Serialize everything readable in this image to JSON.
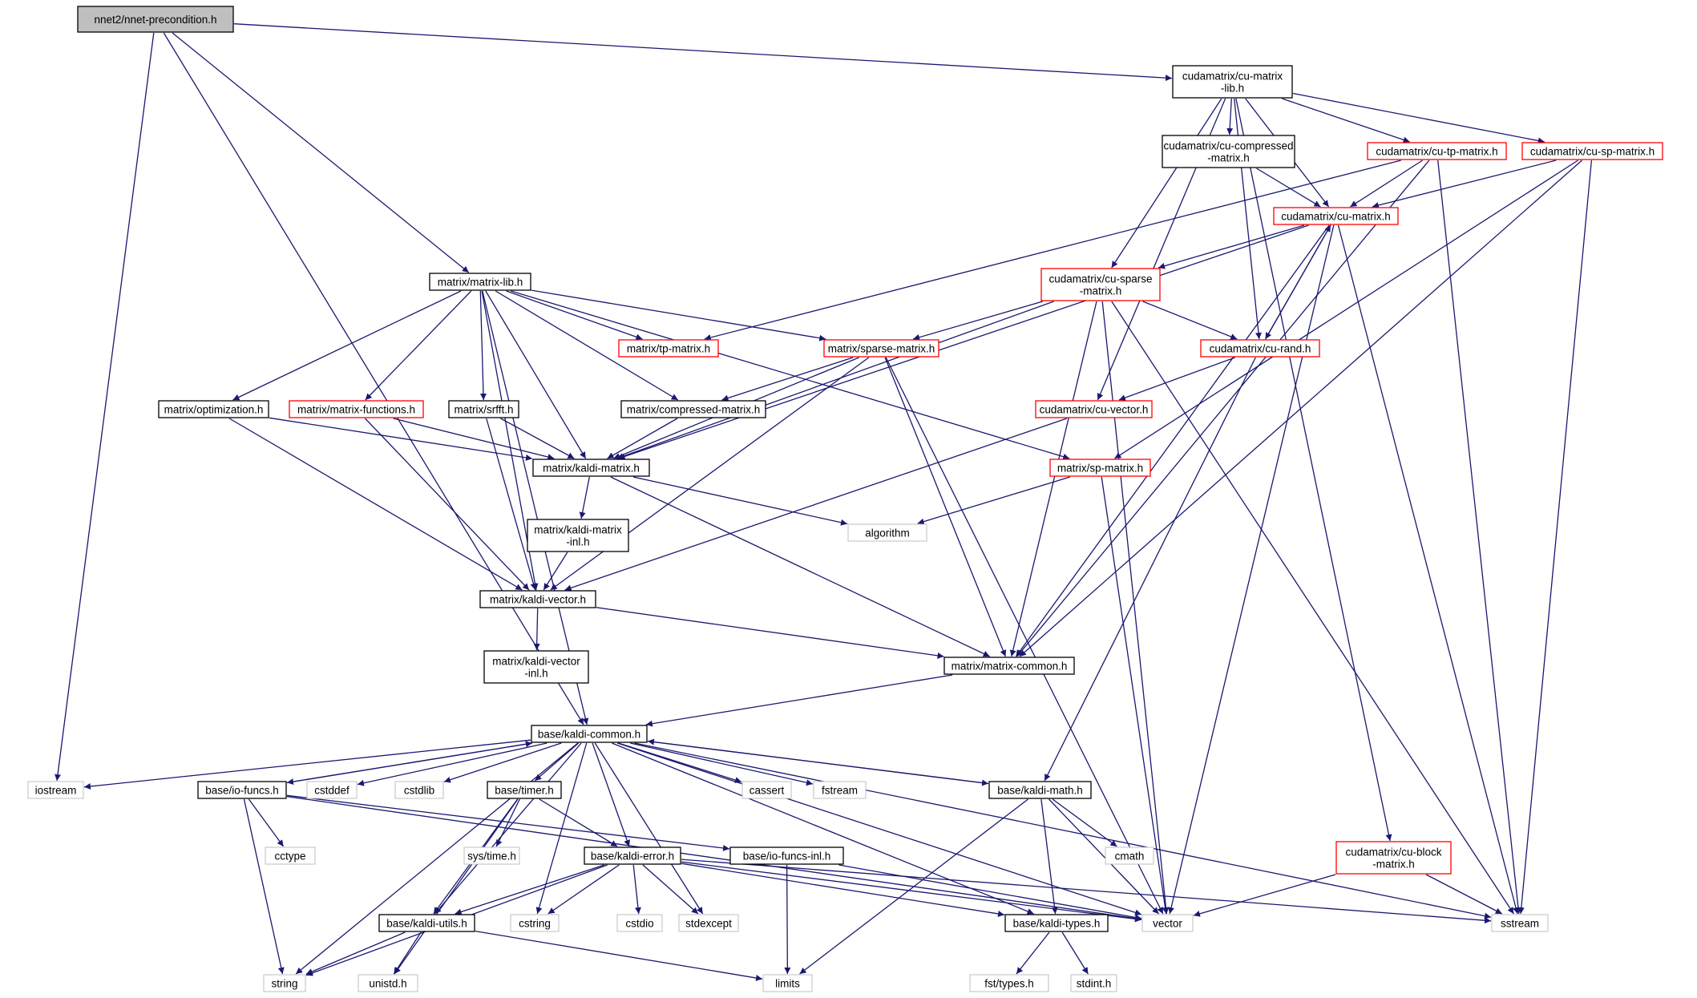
{
  "colors": {
    "edge": "#191970",
    "border_normal": "#000000",
    "border_red": "#ff0000",
    "border_ext": "#bfbfbf",
    "root_fill": "#bfbfbf",
    "text": "#000000"
  },
  "nodes": {
    "root": {
      "lines": [
        "nnet2/nnet-precondition.h"
      ],
      "kind": "root"
    },
    "cumatrixlib": {
      "lines": [
        "cudamatrix/cu-matrix",
        "-lib.h"
      ],
      "kind": "normal"
    },
    "matrixlib": {
      "lines": [
        "matrix/matrix-lib.h"
      ],
      "kind": "normal"
    },
    "cucompressed": {
      "lines": [
        "cudamatrix/cu-compressed",
        "-matrix.h"
      ],
      "kind": "normal"
    },
    "cutp": {
      "lines": [
        "cudamatrix/cu-tp-matrix.h"
      ],
      "kind": "red"
    },
    "cusp": {
      "lines": [
        "cudamatrix/cu-sp-matrix.h"
      ],
      "kind": "red"
    },
    "cumatrix": {
      "lines": [
        "cudamatrix/cu-matrix.h"
      ],
      "kind": "red"
    },
    "cusparse": {
      "lines": [
        "cudamatrix/cu-sparse",
        "-matrix.h"
      ],
      "kind": "red"
    },
    "tpmatrix": {
      "lines": [
        "matrix/tp-matrix.h"
      ],
      "kind": "red"
    },
    "sparsematrix": {
      "lines": [
        "matrix/sparse-matrix.h"
      ],
      "kind": "red"
    },
    "curand": {
      "lines": [
        "cudamatrix/cu-rand.h"
      ],
      "kind": "red"
    },
    "optimization": {
      "lines": [
        "matrix/optimization.h"
      ],
      "kind": "normal"
    },
    "matrixfunctions": {
      "lines": [
        "matrix/matrix-functions.h"
      ],
      "kind": "red"
    },
    "srfft": {
      "lines": [
        "matrix/srfft.h"
      ],
      "kind": "normal"
    },
    "compressed": {
      "lines": [
        "matrix/compressed-matrix.h"
      ],
      "kind": "normal"
    },
    "cuvector": {
      "lines": [
        "cudamatrix/cu-vector.h"
      ],
      "kind": "red"
    },
    "kaldimatrix": {
      "lines": [
        "matrix/kaldi-matrix.h"
      ],
      "kind": "normal"
    },
    "spmatrix": {
      "lines": [
        "matrix/sp-matrix.h"
      ],
      "kind": "red"
    },
    "algorithm": {
      "lines": [
        "algorithm"
      ],
      "kind": "ext"
    },
    "kaldimatrixinl": {
      "lines": [
        "matrix/kaldi-matrix",
        "-inl.h"
      ],
      "kind": "normal"
    },
    "kaldivector": {
      "lines": [
        "matrix/kaldi-vector.h"
      ],
      "kind": "normal"
    },
    "kaldivectorinl": {
      "lines": [
        "matrix/kaldi-vector",
        "-inl.h"
      ],
      "kind": "normal"
    },
    "matrixcommon": {
      "lines": [
        "matrix/matrix-common.h"
      ],
      "kind": "normal"
    },
    "kaldicommon": {
      "lines": [
        "base/kaldi-common.h"
      ],
      "kind": "normal"
    },
    "iostream": {
      "lines": [
        "iostream"
      ],
      "kind": "ext"
    },
    "iofuncs": {
      "lines": [
        "base/io-funcs.h"
      ],
      "kind": "normal"
    },
    "cstddef": {
      "lines": [
        "cstddef"
      ],
      "kind": "ext"
    },
    "cstdlib": {
      "lines": [
        "cstdlib"
      ],
      "kind": "ext"
    },
    "timer": {
      "lines": [
        "base/timer.h"
      ],
      "kind": "normal"
    },
    "cassert": {
      "lines": [
        "cassert"
      ],
      "kind": "ext"
    },
    "fstream": {
      "lines": [
        "fstream"
      ],
      "kind": "ext"
    },
    "kaldimath": {
      "lines": [
        "base/kaldi-math.h"
      ],
      "kind": "normal"
    },
    "cctype": {
      "lines": [
        "cctype"
      ],
      "kind": "ext"
    },
    "systime": {
      "lines": [
        "sys/time.h"
      ],
      "kind": "ext"
    },
    "iofuncsinl": {
      "lines": [
        "base/io-funcs-inl.h"
      ],
      "kind": "normal"
    },
    "cmath": {
      "lines": [
        "cmath"
      ],
      "kind": "ext"
    },
    "cublock": {
      "lines": [
        "cudamatrix/cu-block",
        "-matrix.h"
      ],
      "kind": "red"
    },
    "kaldierror": {
      "lines": [
        "base/kaldi-error.h"
      ],
      "kind": "normal"
    },
    "kaldiutils": {
      "lines": [
        "base/kaldi-utils.h"
      ],
      "kind": "normal"
    },
    "cstring": {
      "lines": [
        "cstring"
      ],
      "kind": "ext"
    },
    "cstdio": {
      "lines": [
        "cstdio"
      ],
      "kind": "ext"
    },
    "stdexcept": {
      "lines": [
        "stdexcept"
      ],
      "kind": "ext"
    },
    "vector": {
      "lines": [
        "vector"
      ],
      "kind": "ext"
    },
    "kalditypes": {
      "lines": [
        "base/kaldi-types.h"
      ],
      "kind": "normal"
    },
    "sstream": {
      "lines": [
        "sstream"
      ],
      "kind": "ext"
    },
    "string": {
      "lines": [
        "string"
      ],
      "kind": "ext"
    },
    "unistd": {
      "lines": [
        "unistd.h"
      ],
      "kind": "ext"
    },
    "limits": {
      "lines": [
        "limits"
      ],
      "kind": "ext"
    },
    "fsttypes": {
      "lines": [
        "fst/types.h"
      ],
      "kind": "ext"
    },
    "stdint": {
      "lines": [
        "stdint.h"
      ],
      "kind": "ext"
    }
  },
  "edges": [
    [
      "root",
      "cumatrixlib"
    ],
    [
      "root",
      "matrixlib"
    ],
    [
      "root",
      "iostream"
    ],
    [
      "root",
      "kaldicommon"
    ],
    [
      "cumatrixlib",
      "cucompressed"
    ],
    [
      "cumatrixlib",
      "cutp"
    ],
    [
      "cumatrixlib",
      "cusp"
    ],
    [
      "cumatrixlib",
      "cumatrix"
    ],
    [
      "cumatrixlib",
      "cusparse"
    ],
    [
      "cumatrixlib",
      "curand"
    ],
    [
      "cumatrixlib",
      "cuvector"
    ],
    [
      "cumatrixlib",
      "cublock"
    ],
    [
      "cucompressed",
      "cumatrix"
    ],
    [
      "cutp",
      "cumatrix"
    ],
    [
      "cutp",
      "tpmatrix"
    ],
    [
      "cutp",
      "matrixcommon"
    ],
    [
      "cutp",
      "sstream"
    ],
    [
      "cusp",
      "cumatrix"
    ],
    [
      "cusp",
      "spmatrix"
    ],
    [
      "cusp",
      "matrixcommon"
    ],
    [
      "cusp",
      "sstream"
    ],
    [
      "cumatrix",
      "cusparse"
    ],
    [
      "cumatrix",
      "curand"
    ],
    [
      "cumatrix",
      "kaldimatrix"
    ],
    [
      "cumatrix",
      "matrixcommon"
    ],
    [
      "cumatrix",
      "vector"
    ],
    [
      "cumatrix",
      "sstream"
    ],
    [
      "cusparse",
      "curand"
    ],
    [
      "cusparse",
      "sparsematrix"
    ],
    [
      "cusparse",
      "kaldimatrix"
    ],
    [
      "cusparse",
      "matrixcommon"
    ],
    [
      "cusparse",
      "vector"
    ],
    [
      "cusparse",
      "sstream"
    ],
    [
      "curand",
      "cumatrix"
    ],
    [
      "curand",
      "cuvector"
    ],
    [
      "curand",
      "kaldimath"
    ],
    [
      "cuvector",
      "kaldivector"
    ],
    [
      "matrixlib",
      "tpmatrix"
    ],
    [
      "matrixlib",
      "sparsematrix"
    ],
    [
      "matrixlib",
      "optimization"
    ],
    [
      "matrixlib",
      "matrixfunctions"
    ],
    [
      "matrixlib",
      "srfft"
    ],
    [
      "matrixlib",
      "compressed"
    ],
    [
      "matrixlib",
      "kaldimatrix"
    ],
    [
      "matrixlib",
      "spmatrix"
    ],
    [
      "matrixlib",
      "kaldivector"
    ],
    [
      "matrixlib",
      "kaldicommon"
    ],
    [
      "sparsematrix",
      "compressed"
    ],
    [
      "sparsematrix",
      "kaldimatrix"
    ],
    [
      "sparsematrix",
      "kaldivector"
    ],
    [
      "sparsematrix",
      "matrixcommon"
    ],
    [
      "sparsematrix",
      "vector"
    ],
    [
      "optimization",
      "kaldimatrix"
    ],
    [
      "optimization",
      "kaldivector"
    ],
    [
      "matrixfunctions",
      "kaldimatrix"
    ],
    [
      "matrixfunctions",
      "kaldivector"
    ],
    [
      "srfft",
      "kaldimatrix"
    ],
    [
      "srfft",
      "kaldivector"
    ],
    [
      "compressed",
      "kaldimatrix"
    ],
    [
      "kaldimatrix",
      "kaldimatrixinl"
    ],
    [
      "kaldimatrix",
      "algorithm"
    ],
    [
      "kaldimatrix",
      "matrixcommon"
    ],
    [
      "spmatrix",
      "algorithm"
    ],
    [
      "spmatrix",
      "vector"
    ],
    [
      "kaldimatrixinl",
      "kaldivector"
    ],
    [
      "kaldivector",
      "kaldivectorinl"
    ],
    [
      "kaldivector",
      "matrixcommon"
    ],
    [
      "matrixcommon",
      "kaldicommon"
    ],
    [
      "kaldicommon",
      "iostream"
    ],
    [
      "kaldicommon",
      "iofuncs"
    ],
    [
      "kaldicommon",
      "cstddef"
    ],
    [
      "kaldicommon",
      "cstdlib"
    ],
    [
      "kaldicommon",
      "timer"
    ],
    [
      "kaldicommon",
      "cassert"
    ],
    [
      "kaldicommon",
      "fstream"
    ],
    [
      "kaldicommon",
      "kaldimath"
    ],
    [
      "kaldicommon",
      "kaldierror"
    ],
    [
      "kaldicommon",
      "kaldiutils"
    ],
    [
      "kaldicommon",
      "cstring"
    ],
    [
      "kaldicommon",
      "stdexcept"
    ],
    [
      "kaldicommon",
      "vector"
    ],
    [
      "kaldicommon",
      "sstream"
    ],
    [
      "kaldicommon",
      "string"
    ],
    [
      "kaldicommon",
      "kalditypes"
    ],
    [
      "iofuncs",
      "kaldicommon"
    ],
    [
      "iofuncs",
      "cctype"
    ],
    [
      "iofuncs",
      "iofuncsinl"
    ],
    [
      "iofuncs",
      "string"
    ],
    [
      "iofuncs",
      "vector"
    ],
    [
      "iofuncsinl",
      "limits"
    ],
    [
      "iofuncsinl",
      "vector"
    ],
    [
      "timer",
      "systime"
    ],
    [
      "timer",
      "kaldierror"
    ],
    [
      "timer",
      "kaldiutils"
    ],
    [
      "timer",
      "unistd"
    ],
    [
      "kaldimath",
      "kaldicommon"
    ],
    [
      "kaldimath",
      "cmath"
    ],
    [
      "kaldimath",
      "limits"
    ],
    [
      "kaldimath",
      "vector"
    ],
    [
      "kaldimath",
      "kalditypes"
    ],
    [
      "kaldierror",
      "kaldiutils"
    ],
    [
      "kaldierror",
      "cstring"
    ],
    [
      "kaldierror",
      "cstdio"
    ],
    [
      "kaldierror",
      "stdexcept"
    ],
    [
      "kaldierror",
      "vector"
    ],
    [
      "kaldierror",
      "sstream"
    ],
    [
      "kaldierror",
      "string"
    ],
    [
      "kaldierror",
      "kalditypes"
    ],
    [
      "kaldiutils",
      "string"
    ],
    [
      "kaldiutils",
      "unistd"
    ],
    [
      "kaldiutils",
      "limits"
    ],
    [
      "cublock",
      "vector"
    ],
    [
      "cublock",
      "sstream"
    ],
    [
      "kalditypes",
      "fsttypes"
    ],
    [
      "kalditypes",
      "stdint"
    ]
  ]
}
